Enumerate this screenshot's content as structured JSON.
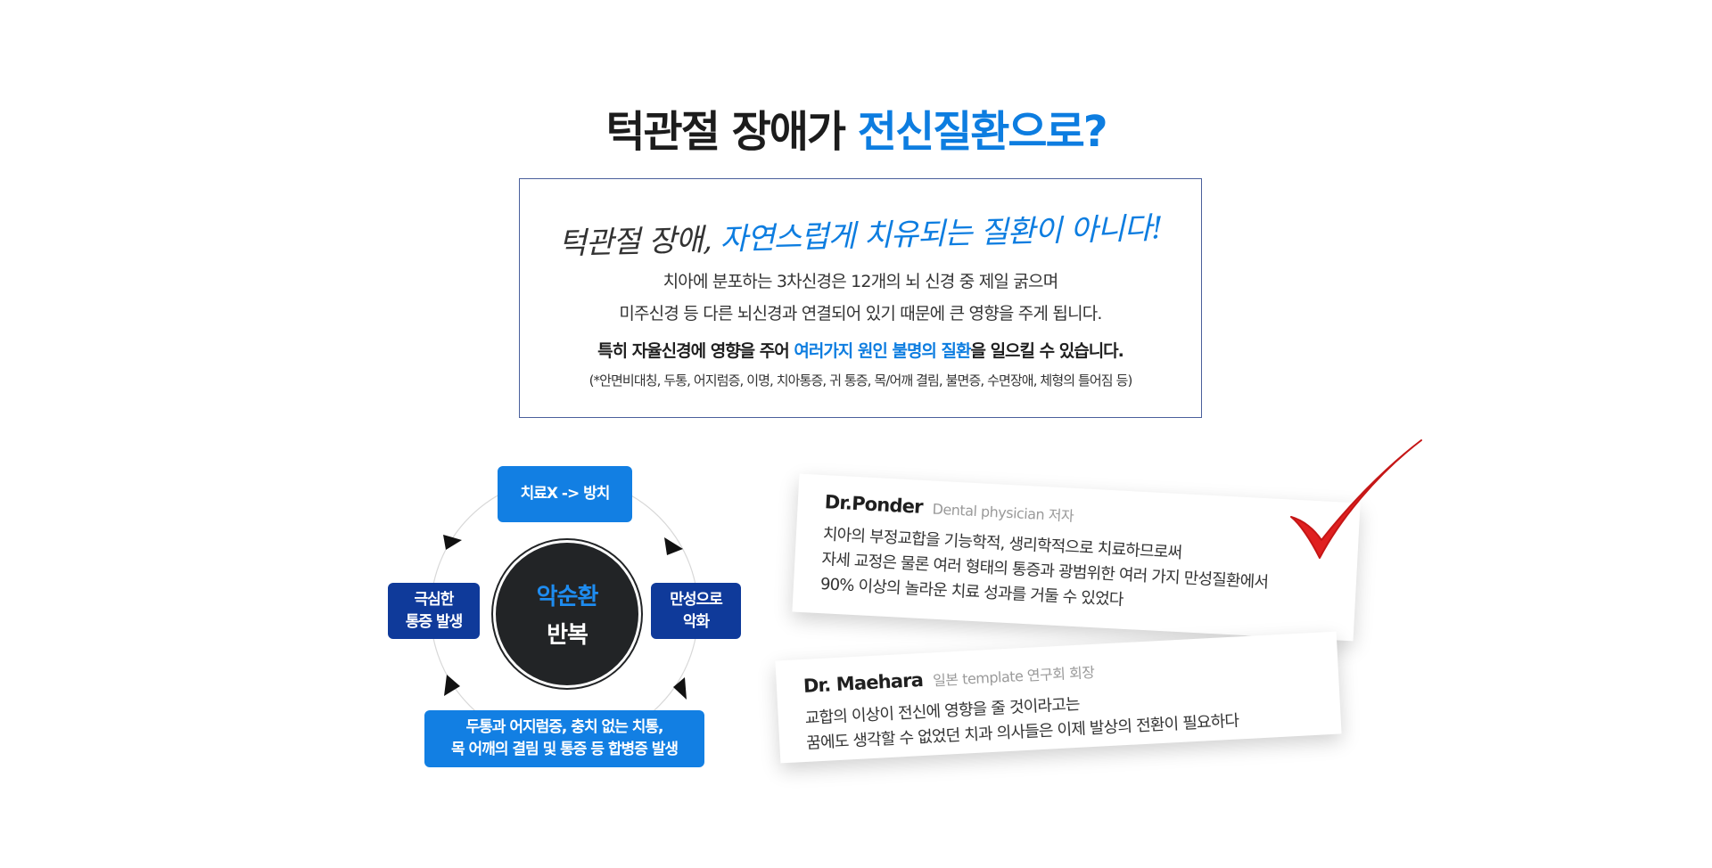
{
  "title": {
    "part1": "턱관절 장애가 ",
    "part2_highlight": "전신질환으로?"
  },
  "info_box": {
    "script_part1": "턱관절 장애, ",
    "script_part2_highlight": "자연스럽게 치유되는 질환이 아니다!",
    "line1": "치아에 분포하는 3차신경은 12개의 뇌 신경 중 제일 굵으며",
    "line2": "미주신경 등 다른 뇌신경과 연결되어 있기 때문에 큰 영향을 주게 됩니다.",
    "bold_part1": "특히 자율신경에 영향을 주어 ",
    "bold_highlight": "여러가지 원인 불명의 질환",
    "bold_part2": "을 일으킬 수 있습니다.",
    "small_line": "(*안면비대칭, 두통, 어지럼증, 이명, 치아통증, 귀 통증, 목/어깨 결림, 불면증, 수면장애, 체형의 틀어짐 등)"
  },
  "cycle": {
    "center_line1": "악순환",
    "center_line2": "반복",
    "top": "치료X -> 방치",
    "right_line1": "만성으로",
    "right_line2": "악화",
    "left_line1": "극심한",
    "left_line2": "통증 발생",
    "bottom_line1": "두통과 어지럼증, 충치 없는 치통,",
    "bottom_line2": "목 어깨의 결림 및 통증 등 합병증 발생"
  },
  "quotes": [
    {
      "name": "Dr.Ponder",
      "role": "Dental physician 저자",
      "lines": [
        "치아의 부정교합을 기능학적, 생리학적으로 치료하므로써",
        "자세 교정은 물론 여러 형태의 통증과 광범위한 여러 가지 만성질환에서",
        "90% 이상의 놀라운 치료 성과를 거둘 수 있었다"
      ]
    },
    {
      "name": "Dr. Maehara",
      "role": "일본 template 연구회 회장",
      "lines": [
        "교합의 이상이 전신에 영향을 줄 것이라고는",
        "꿈에도 생각할 수 없었던 치과 의사들은 이제 발상의 전환이 필요하다"
      ]
    }
  ],
  "colors": {
    "accent_blue": "#0d7de0",
    "navy": "#0f3a9a",
    "check_red": "#e02020",
    "center_dark": "#222426"
  },
  "icons": [
    "checkmark-icon",
    "arrow-icon"
  ]
}
